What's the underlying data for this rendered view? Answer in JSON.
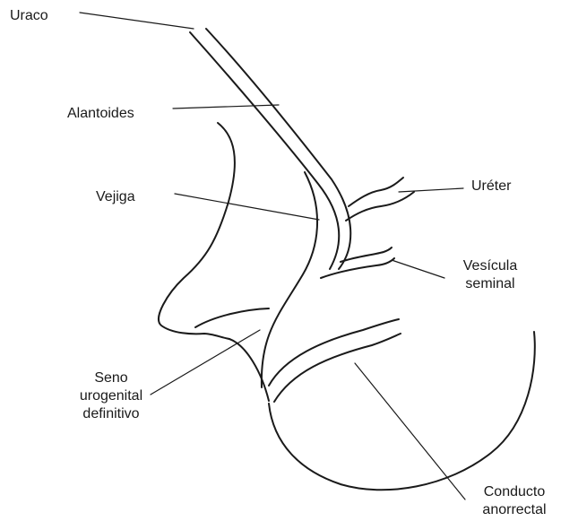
{
  "labels": {
    "uraco": "Uraco",
    "alantoides": "Alantoides",
    "vejiga": "Vejiga",
    "ureter": "Uréter",
    "vesicula_line1": "Vesícula",
    "vesicula_line2": "seminal",
    "seno_line1": "Seno",
    "seno_line2": "urogenital",
    "seno_line3": "definitivo",
    "conducto_line1": "Conducto",
    "conducto_line2": "anorrectal"
  },
  "colors": {
    "line": "#1a1a1a",
    "background": "#ffffff"
  }
}
